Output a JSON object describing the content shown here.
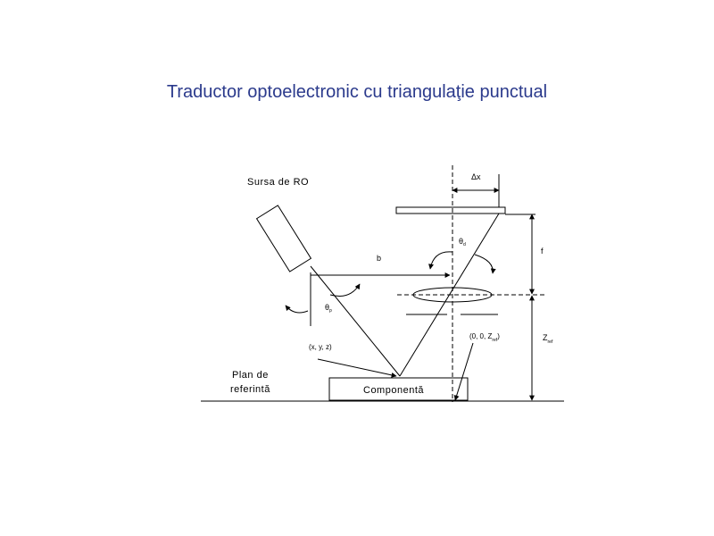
{
  "title": "Traductor optoelectronic cu triangulaţie punctual",
  "labels": {
    "source": "Sursa de RO",
    "delta_x": "Δx",
    "theta": "θ",
    "theta_d_sub": "d",
    "theta_p_sub": "p",
    "f": "f",
    "b": "b",
    "origin_prefix": "(0, 0, Z",
    "origin_sub": "ref",
    "origin_suffix": ")",
    "z": "Z",
    "z_sub": "ref",
    "point": "(x, y, z)",
    "plane_line1": "Plan de",
    "plane_line2": "referintă",
    "component": "Componentă"
  }
}
